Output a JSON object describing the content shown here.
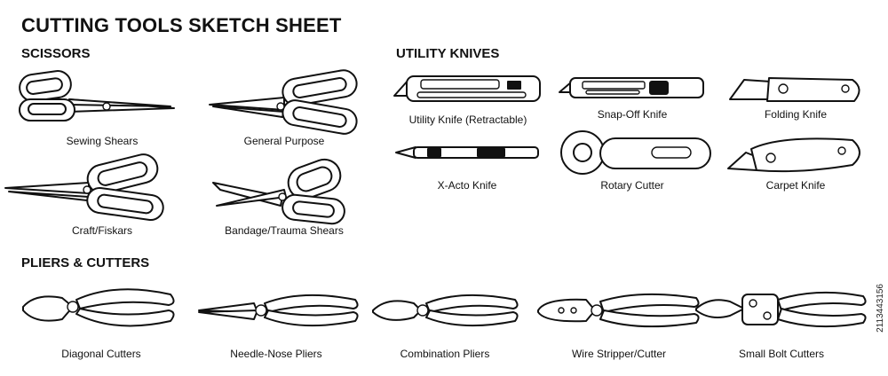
{
  "title": "CUTTING TOOLS SKETCH SHEET",
  "sections": {
    "scissors": "SCISSORS",
    "knives": "UTILITY KNIVES",
    "pliers": "PLIERS & CUTTERS"
  },
  "tools": {
    "sewing_shears": "Sewing Shears",
    "general_purpose": "General Purpose",
    "craft_fiskars": "Craft/Fiskars",
    "bandage_shears": "Bandage/Trauma Shears",
    "utility_knife": "Utility Knife (Retractable)",
    "snap_off": "Snap-Off Knife",
    "folding_knife": "Folding Knife",
    "xacto": "X-Acto Knife",
    "rotary_cutter": "Rotary Cutter",
    "carpet_knife": "Carpet Knife",
    "diagonal_cutters": "Diagonal Cutters",
    "needle_nose": "Needle-Nose Pliers",
    "combination": "Combination Pliers",
    "wire_stripper": "Wire Stripper/Cutter",
    "bolt_cutters": "Small Bolt Cutters"
  },
  "stock_id": "2113443156",
  "colors": {
    "ink": "#111111",
    "paper": "#ffffff"
  }
}
